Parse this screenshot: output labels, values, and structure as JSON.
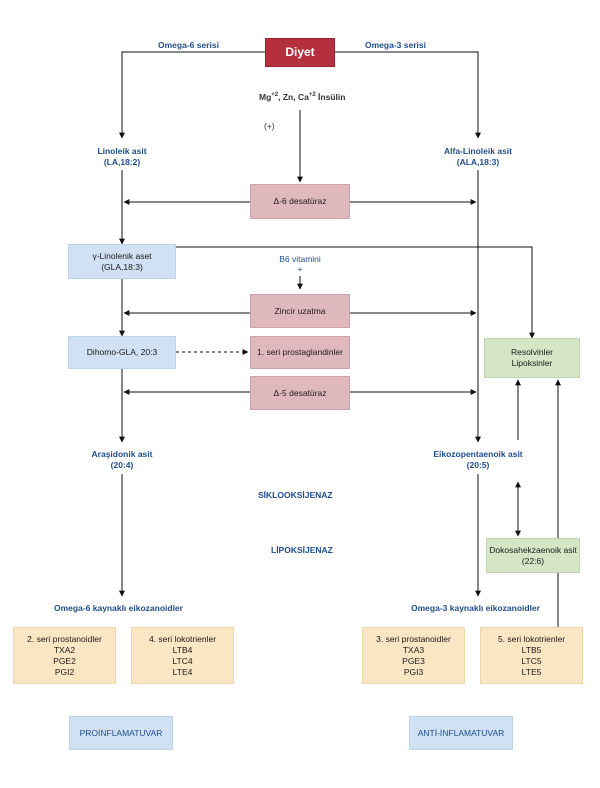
{
  "diet": "Diyet",
  "omega6_series": "Omega-6 serisi",
  "omega3_series": "Omega-3 serisi",
  "cofactors": {
    "parts": [
      "Mg",
      "+2",
      ", Zn, Ca",
      "+2",
      " İnsülin"
    ]
  },
  "plus_sign": "(+)",
  "linoleic": {
    "line1": "Linoleik asit",
    "line2": "(LA,18:2)"
  },
  "alpha_linolenic": {
    "line1": "Alfa-Linoleik asit",
    "line2": "(ALA,18:3)"
  },
  "delta6": "Δ-6 desatüraz",
  "gla": {
    "line1": "γ-Linolenik aset",
    "line2": "(GLA,18:3)"
  },
  "b6": {
    "line1": "B6 vitamini",
    "line2": "+"
  },
  "elongation": "Zincir uzatma",
  "dgla": "Dihomo-GLA, 20:3",
  "series1_pg": "1. seri prostaglandinler",
  "resolvins": {
    "line1": "Resolvinler",
    "line2": "Lipoksinler"
  },
  "delta5": "Δ-5 desatüraz",
  "arachidonic": {
    "line1": "Araşidonik asit",
    "line2": "(20:4)"
  },
  "epa": {
    "line1": "Eikozopentaenoik asit",
    "line2": "(20:5)"
  },
  "cyclooxygenase": "SİKLOOKSİJENAZ",
  "lipoxygenase": "LİPOKSİJENAZ",
  "dha": {
    "line1": "Dokosahekzaenoik asit",
    "line2": "(22:6)"
  },
  "omega6_eicosanoids": "Omega-6 kaynaklı eikozanoidler",
  "omega3_eicosanoids": "Omega-3 kaynaklı eikozanoidler",
  "box_pn2": [
    "2. seri prostanoidler",
    "TXA2",
    "PGE2",
    "PGI2"
  ],
  "box_lt4": [
    "4. seri lokotrienler",
    "LTB4",
    "LTC4",
    "LTE4"
  ],
  "box_pn3": [
    "3. seri prostanoidler",
    "TXA3",
    "PGE3",
    "PGI3"
  ],
  "box_lt5": [
    "5. seri lokotrienler",
    "LTB5",
    "LTC5",
    "LTE5"
  ],
  "proinflammatory": "PROİNFLAMATUVAR",
  "antiinflammatory": "ANTİ-İNFLAMATUVAR",
  "colors": {
    "red": "#b5303e",
    "pink": "#dfb8be",
    "blue": "#cfe1f2",
    "green": "#d4e6c6",
    "peach": "#fbe6c4",
    "label": "#1f4e8c"
  }
}
